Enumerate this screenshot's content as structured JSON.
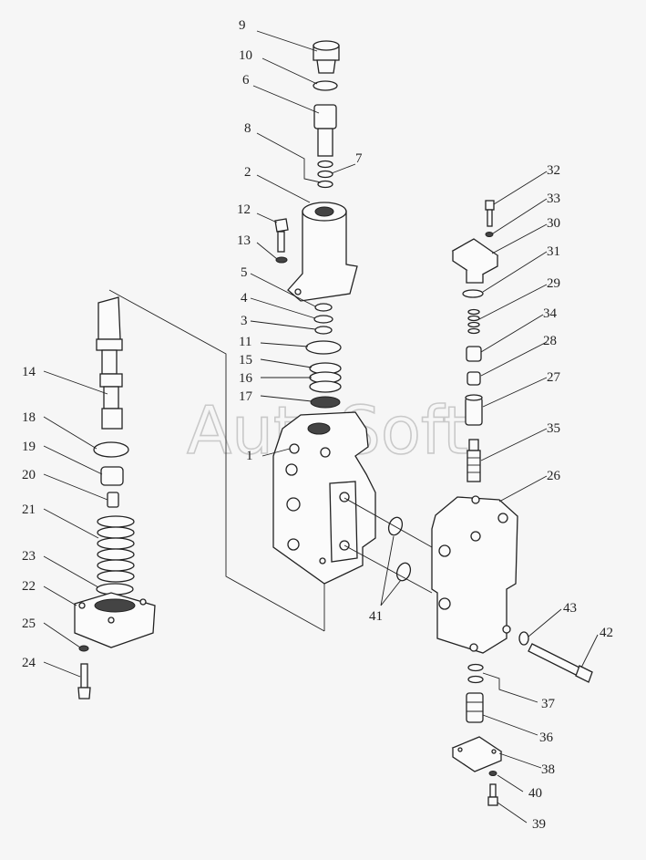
{
  "watermark": "AutoSoft",
  "labels": [
    "9",
    "10",
    "6",
    "8",
    "7",
    "2",
    "12",
    "13",
    "5",
    "4",
    "3",
    "11",
    "15",
    "16",
    "17",
    "1",
    "14",
    "18",
    "19",
    "20",
    "21",
    "23",
    "22",
    "25",
    "24",
    "32",
    "33",
    "30",
    "31",
    "29",
    "34",
    "28",
    "27",
    "35",
    "26",
    "41",
    "43",
    "42",
    "37",
    "36",
    "38",
    "40",
    "39"
  ]
}
